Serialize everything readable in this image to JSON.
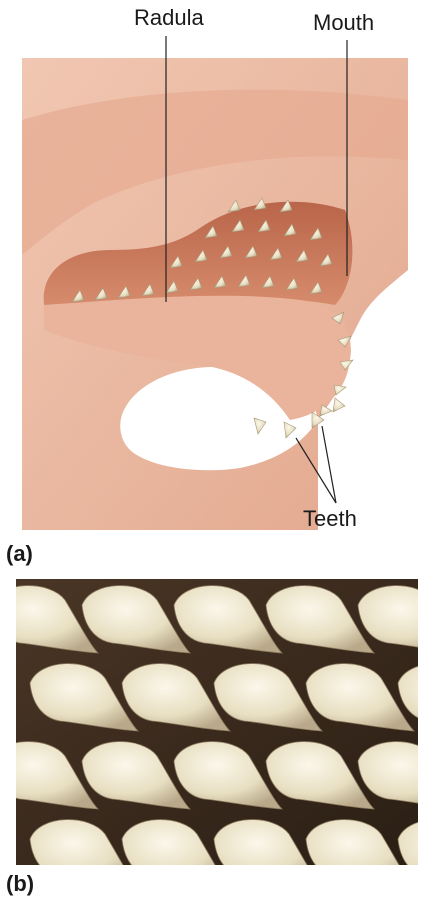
{
  "labels": {
    "radula": "Radula",
    "mouth": "Mouth",
    "teeth": "Teeth"
  },
  "panels": {
    "a": "(a)",
    "b": "(b)"
  },
  "colors": {
    "tissue": "#e9b79f",
    "cavity": "#c97657",
    "tooth": "#e7e0c4",
    "photo_background": "#3a2a1d"
  }
}
